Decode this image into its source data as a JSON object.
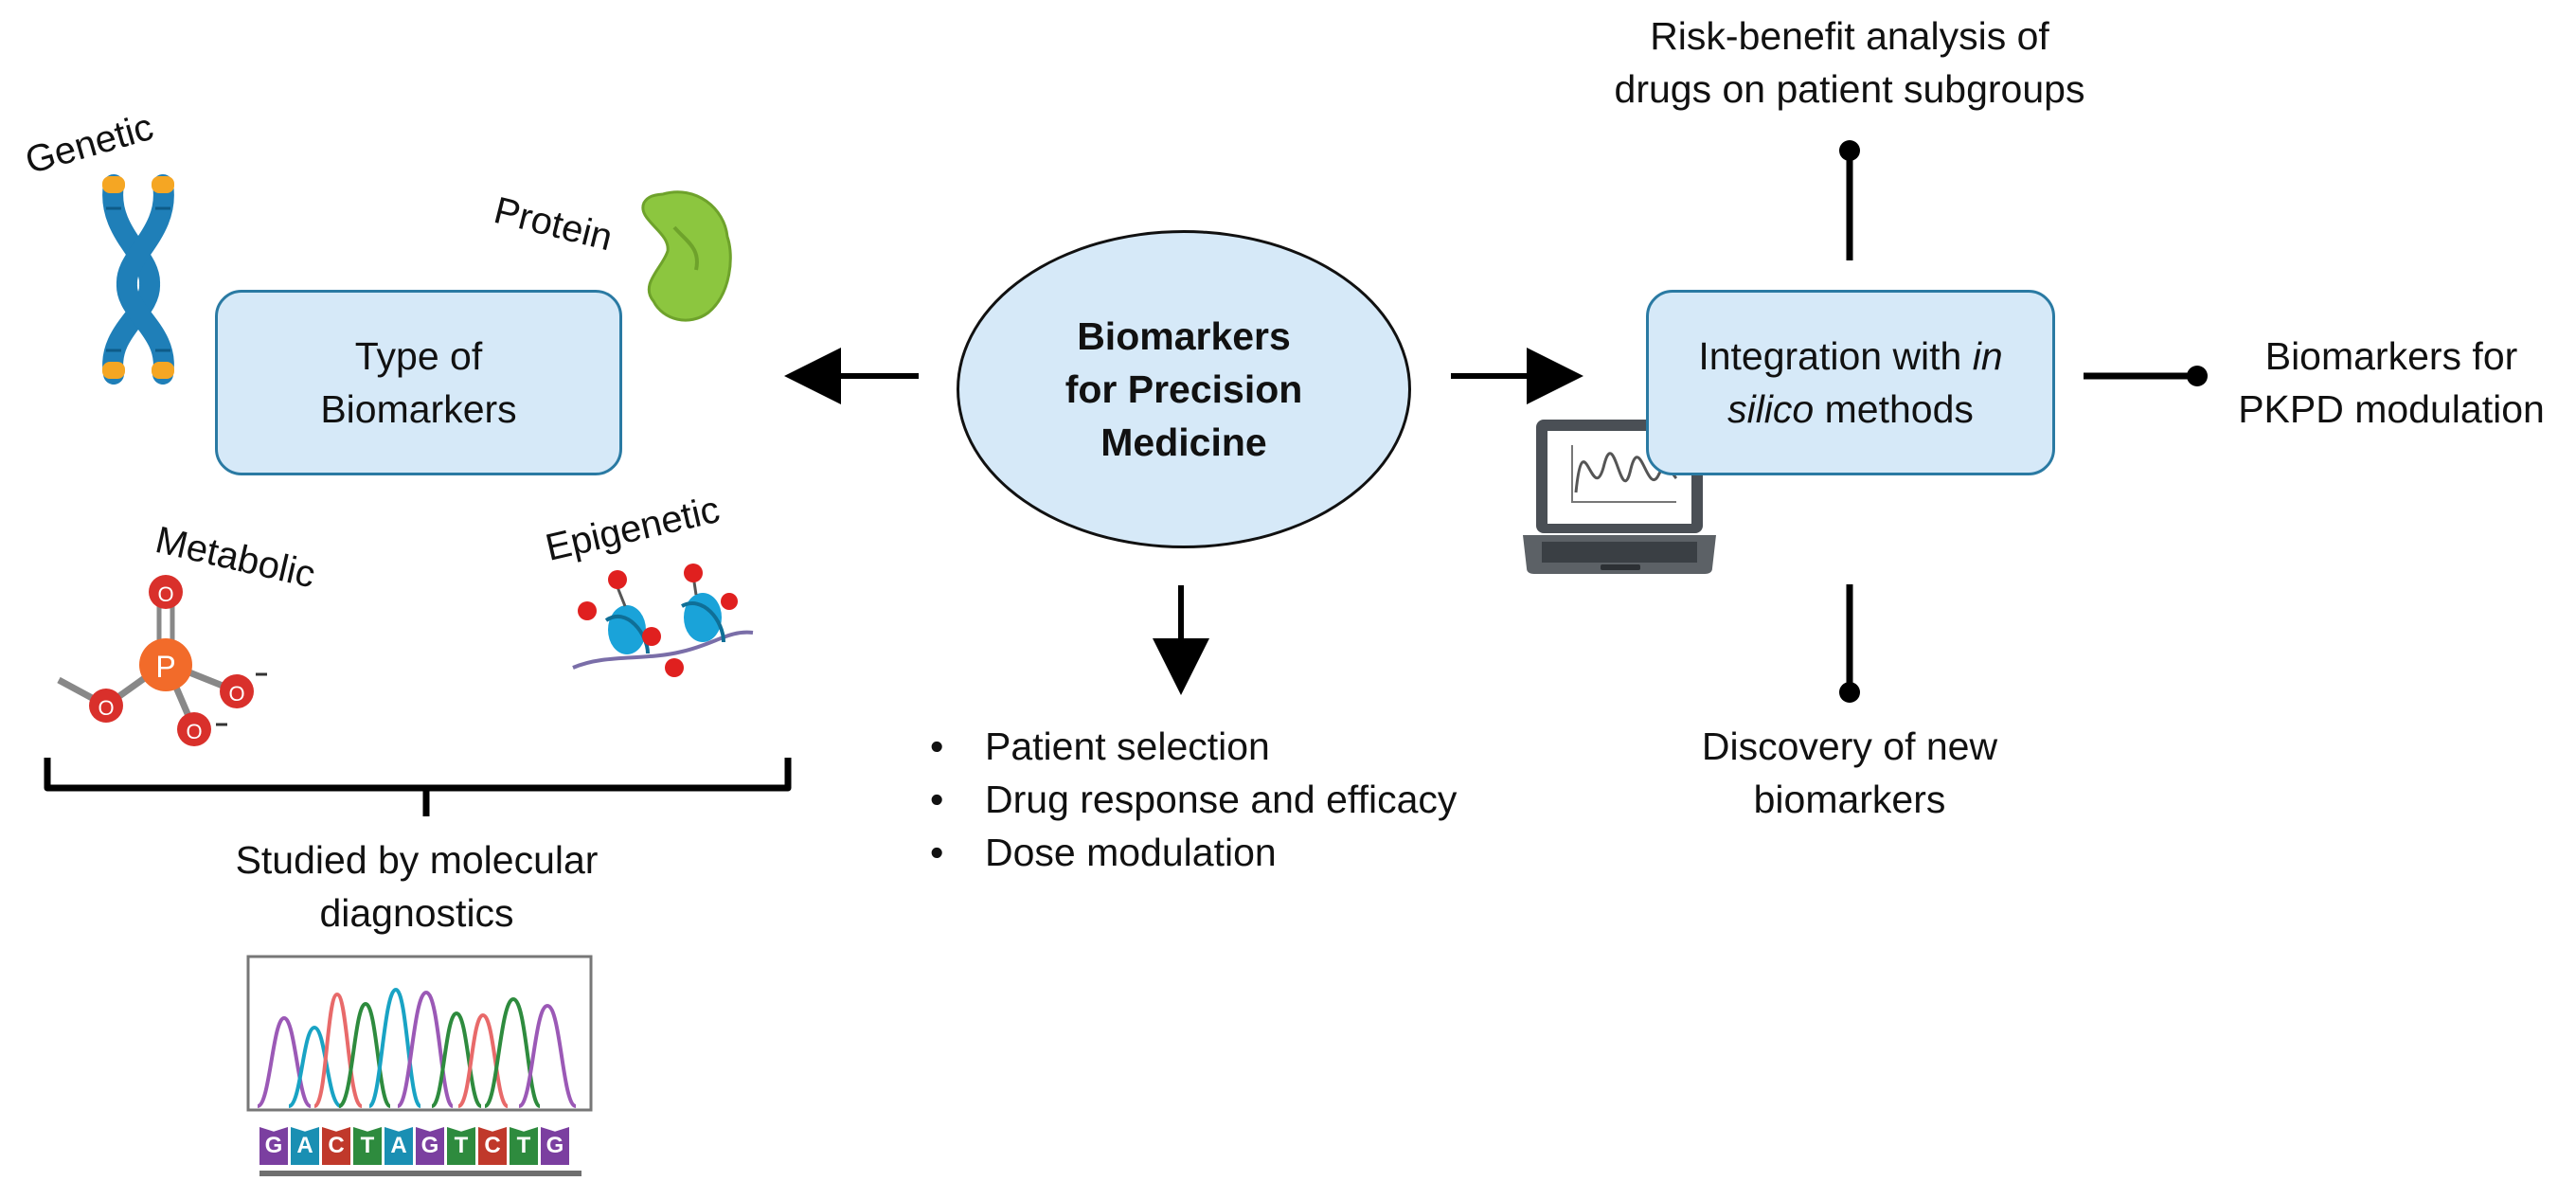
{
  "center": {
    "line1": "Biomarkers",
    "line2": "for Precision",
    "line3": "Medicine"
  },
  "left": {
    "box_line1": "Type of",
    "box_line2": "Biomarkers",
    "types": {
      "genetic": "Genetic",
      "protein": "Protein",
      "metabolic": "Metabolic",
      "epigenetic": "Epigenetic"
    },
    "studied_line1": "Studied by molecular",
    "studied_line2": "diagnostics",
    "sequence": [
      "G",
      "A",
      "C",
      "T",
      "A",
      "G",
      "T",
      "C",
      "T",
      "G"
    ],
    "phosphate": {
      "atom_center": "P",
      "atom_o": "O"
    }
  },
  "bottom": {
    "bullets": [
      "Patient selection",
      "Drug response and efficacy",
      "Dose modulation"
    ]
  },
  "right": {
    "box_prefix": "Integration with ",
    "box_italic1": "in",
    "box_italic2": "silico",
    "box_suffix": " methods",
    "top_line1": "Risk-benefit analysis of",
    "top_line2": "drugs on patient subgroups",
    "side_line1": "Biomarkers for",
    "side_line2": "PKPD modulation",
    "bottom_line1": "Discovery of new",
    "bottom_line2": "biomarkers"
  },
  "colors": {
    "box_fill": "#d6e9f8",
    "box_border": "#2a7aa3",
    "chromosome": "#1f7fb8",
    "chromosome_tip": "#f5a623",
    "protein": "#8cc63f",
    "phosphorus": "#f26b2a",
    "oxygen": "#d9302b",
    "nucleosome": "#1aa3d9"
  }
}
